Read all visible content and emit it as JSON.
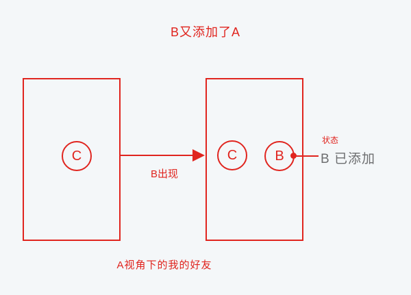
{
  "colors": {
    "background": "#f4f7f9",
    "accent_red": "#e0241e",
    "text_gray": "#6d6e70"
  },
  "title": "B又添加了A",
  "left_panel": {
    "node_c_label": "C"
  },
  "transition_arrow": {
    "label": "B出现"
  },
  "right_panel": {
    "node_c_label": "C",
    "node_b_label": "B"
  },
  "callout": {
    "status_label": "状态",
    "status_value": "B 已添加"
  },
  "caption": "A视角下的我的好友"
}
